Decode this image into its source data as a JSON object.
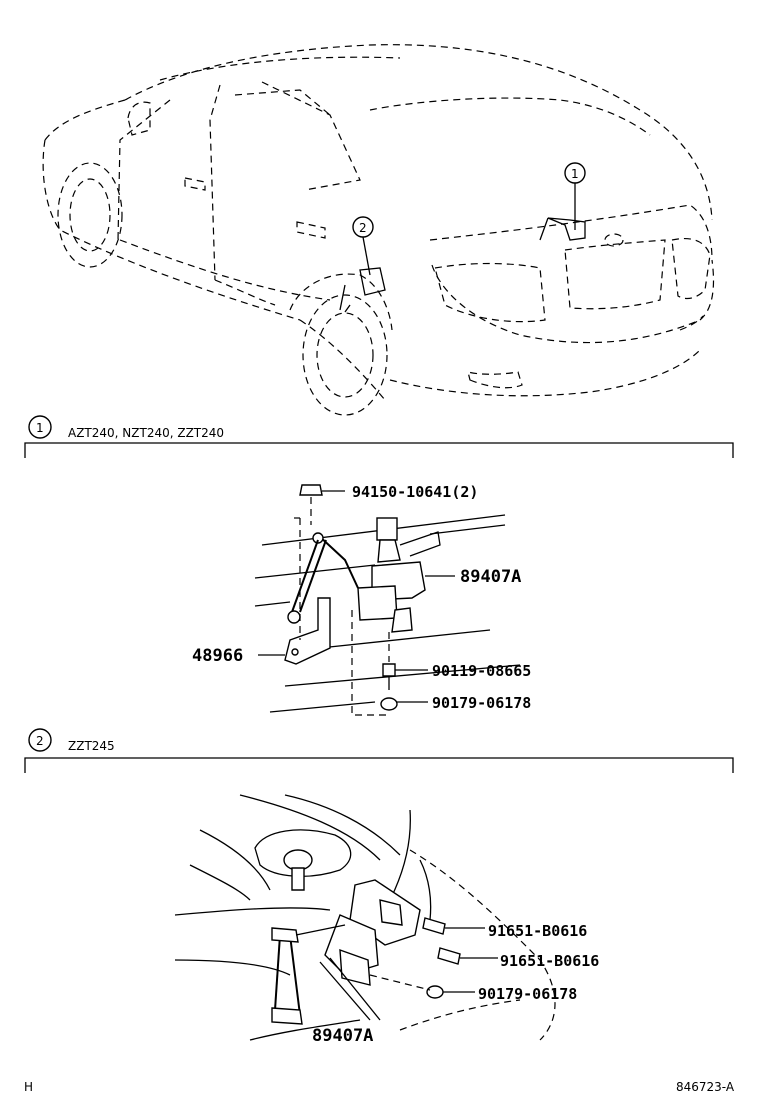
{
  "section1": {
    "index": "1",
    "models": "AZT240, NZT240, ZZT240",
    "parts": {
      "nut": "94150-10641(2)",
      "sensor": "89407A",
      "link": "48966",
      "bolt": "90119-08665",
      "clip": "90179-06178"
    }
  },
  "section2": {
    "index": "2",
    "models": "ZZT245",
    "parts": {
      "bolt_a": "91651-B0616",
      "bolt_b": "91651-B0616",
      "clip": "90179-06178",
      "sensor": "89407A"
    }
  },
  "overview": {
    "callout1": "1",
    "callout2": "2"
  },
  "footer": {
    "left": "H",
    "right": "846723-A"
  }
}
